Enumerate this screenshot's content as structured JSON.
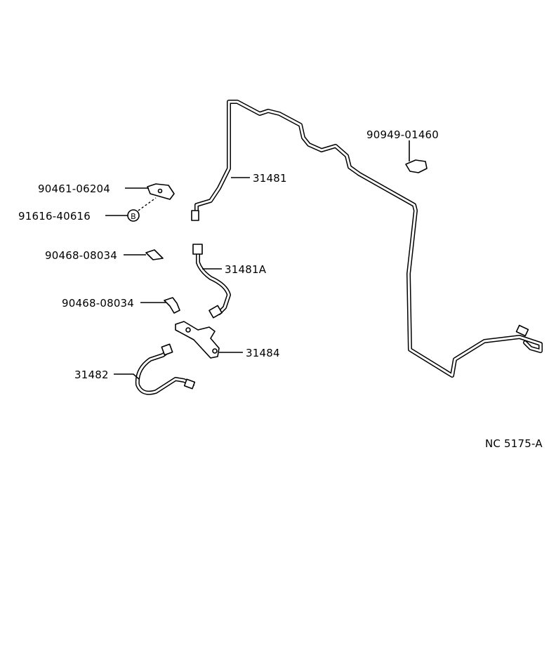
{
  "parts": {
    "p1": "90949-01460",
    "p2": "90461-06204",
    "p3": "91616-40616",
    "p4": "31481",
    "p5": "90468-08034",
    "p6": "31481A",
    "p7": "90468-08034",
    "p8": "31484",
    "p9": "31482"
  },
  "bolt_marker": "B",
  "figure_code": "NC 5175-A"
}
